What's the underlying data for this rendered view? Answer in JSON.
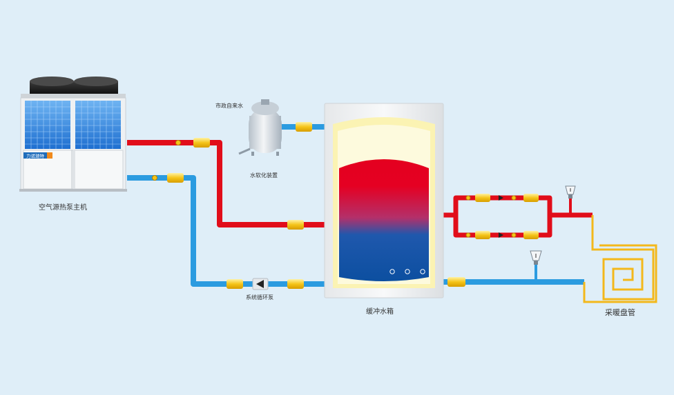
{
  "labels": {
    "heat_pump": "空气源热泵主机",
    "brand": "力诺瑞特",
    "municipal_water": "市政自来水",
    "softener": "水软化装置",
    "circulation_pump": "系统循环泵",
    "buffer_tank": "缓冲水箱",
    "floor_coil": "采暖盘管"
  },
  "colors": {
    "background": "#dfeef8",
    "hot_pipe": "#e10d1a",
    "cold_pipe": "#2b9be0",
    "valve": "#f5c419",
    "coil": "#f3b81b",
    "tank_hot": "#e4001f",
    "tank_cold": "#0c4fa0"
  }
}
